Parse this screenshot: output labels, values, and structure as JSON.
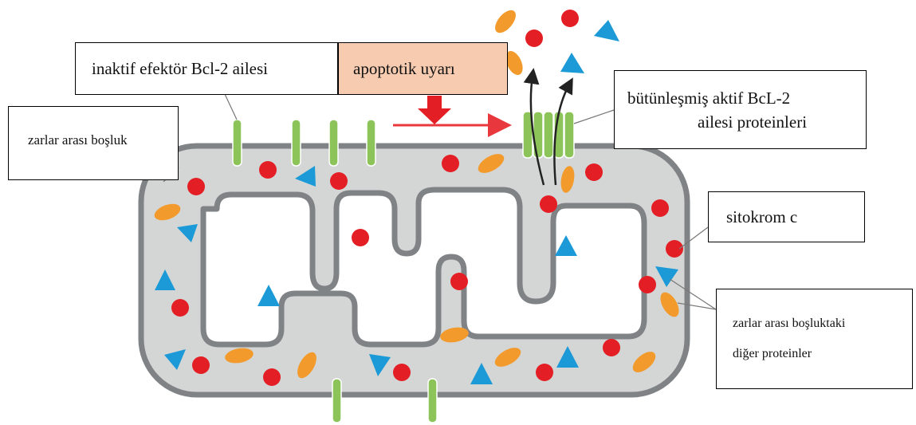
{
  "labels": {
    "inactive_effector": "inaktif efektör Bcl-2 ailesi",
    "apoptotic_stimulus": "apoptotik uyarı",
    "integrated_active_line1": "bütünleşmiş aktif BcL-2",
    "integrated_active_line2": "ailesi proteinleri",
    "intermembrane_space": "zarlar arası boşluk",
    "cytochrome_c": "sitokrom c",
    "other_proteins_line1": "zarlar arası boşluktaki",
    "other_proteins_line2": "diğer proteinler"
  },
  "colors": {
    "membrane_fill": "#d3d6d5",
    "membrane_stroke": "#808385",
    "cristae_fill": "#ffffff",
    "cytochrome_c": "#e31e24",
    "triangle_protein": "#1b9ad7",
    "oval_protein": "#f39a2c",
    "bcl2_protein": "#8dc45a",
    "arrow": "#e8383d",
    "stimulus_box": "#f7cbb0"
  }
}
